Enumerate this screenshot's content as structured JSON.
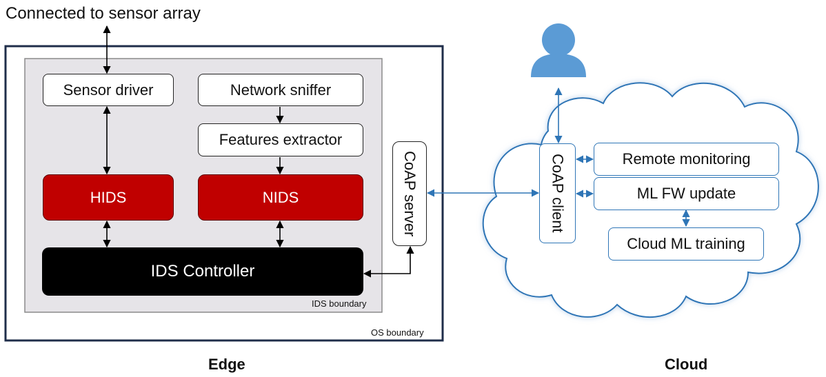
{
  "header_label": "Connected to sensor array",
  "edge": {
    "os_boundary_label": "OS boundary",
    "ids_boundary_label": "IDS boundary",
    "sensor_driver": "Sensor driver",
    "network_sniffer": "Network sniffer",
    "features_extractor": "Features extractor",
    "hids": "HIDS",
    "nids": "NIDS",
    "ids_controller": "IDS Controller",
    "coap_server": "CoAP server",
    "section_label": "Edge"
  },
  "cloud": {
    "coap_client": "CoAP client",
    "remote_monitoring": "Remote monitoring",
    "ml_fw_update": "ML FW update",
    "cloud_ml_training": "Cloud ML training",
    "section_label": "Cloud"
  },
  "colors": {
    "ids_red": "#c00000",
    "cloud_blue": "#2e75b6",
    "user_blue": "#5b9bd5",
    "boundary_navy": "#1f2d4a",
    "ids_area_gray": "#e6e4e8"
  },
  "icons": {
    "user": "person-icon",
    "cloud": "cloud-icon"
  }
}
